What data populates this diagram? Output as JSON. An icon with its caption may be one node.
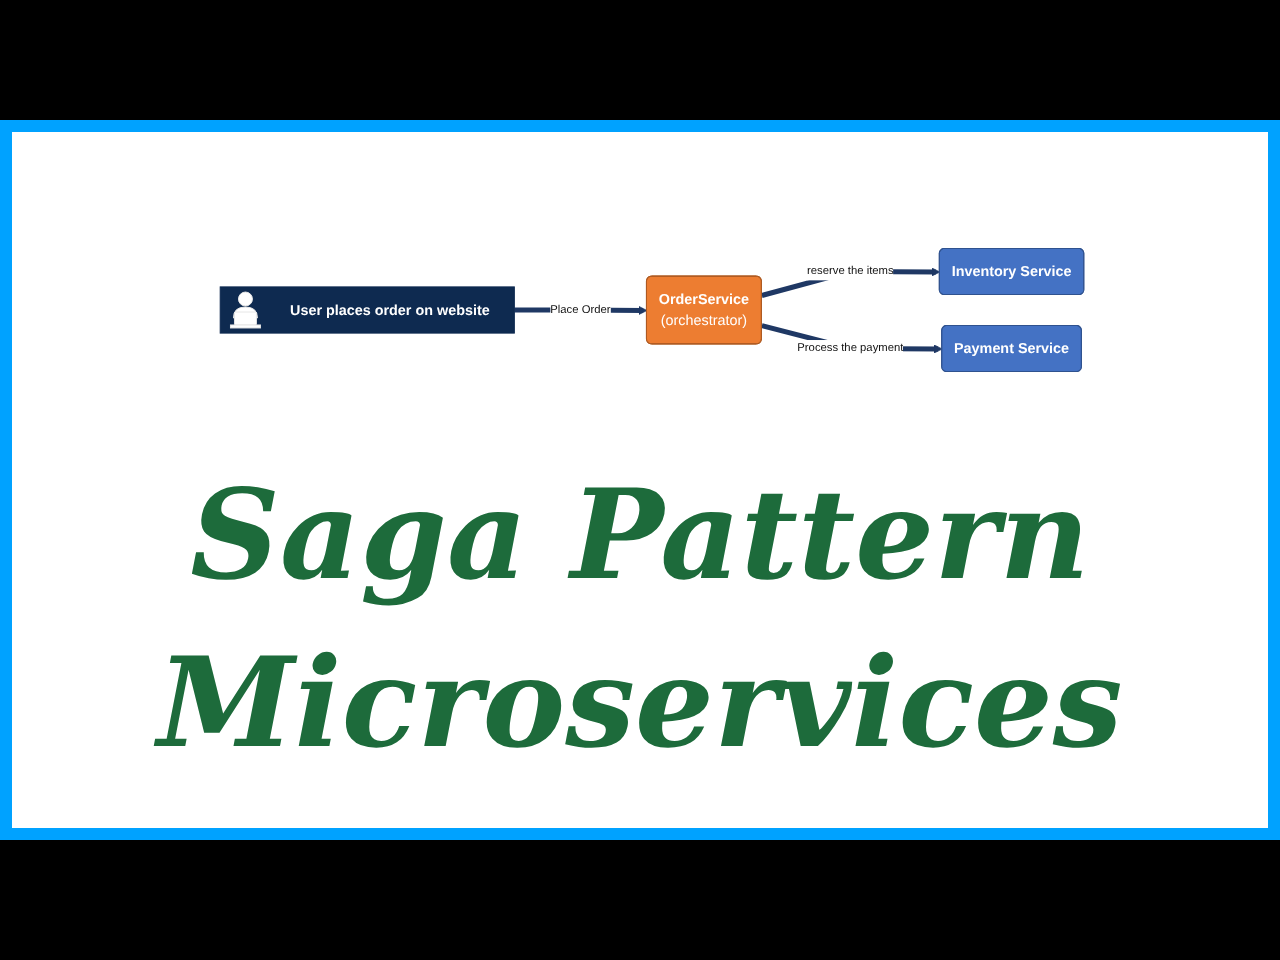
{
  "diagram": {
    "title": "Saga Pattern Microservices",
    "nodes": [
      {
        "text": [
          "User places order on website"
        ]
      },
      {
        "text": [
          "OrderService",
          "(orchestrator)"
        ]
      },
      {
        "text": [
          "Inventory Service"
        ]
      },
      {
        "text": [
          "Payment Service"
        ]
      }
    ],
    "edges": [
      {
        "from": 0,
        "to": 1,
        "arrow": "to",
        "label": "Place Order"
      },
      {
        "from": 1,
        "to": 2,
        "arrow": "to",
        "label": "reserve the items"
      },
      {
        "from": 1,
        "to": 3,
        "arrow": "to",
        "label": "Process the payment"
      }
    ]
  }
}
